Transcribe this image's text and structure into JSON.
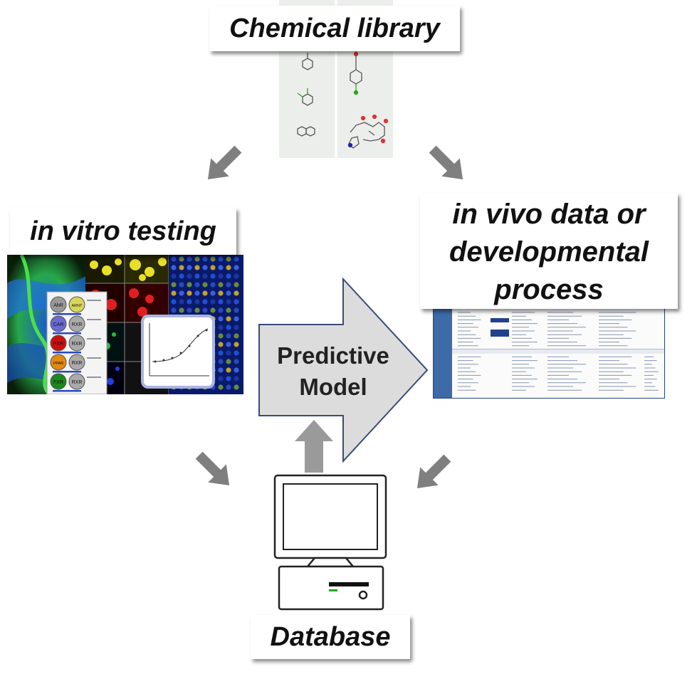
{
  "nodes": {
    "chemical_library": "Chemical library",
    "in_vitro": "in vitro testing",
    "in_vivo": [
      "in vivo data or",
      "developmental",
      "process"
    ],
    "predictive_model": [
      "Predictive",
      "Model"
    ],
    "database": "Database"
  },
  "colors": {
    "arrow_gray": "#7f7f7f",
    "model_arrow_fill": "#d9d9d9",
    "model_arrow_stroke": "#3a4a7a",
    "vivo_sidebar": "#3d6aa8"
  },
  "vitro_panel": {
    "receptor_pairs": [
      [
        "AhR",
        "ARNT"
      ],
      [
        "CAR",
        "RXR"
      ],
      [
        "PXR",
        "RXR"
      ],
      [
        "PPAR",
        "RXR"
      ],
      [
        "FXR",
        "RXR"
      ]
    ]
  }
}
